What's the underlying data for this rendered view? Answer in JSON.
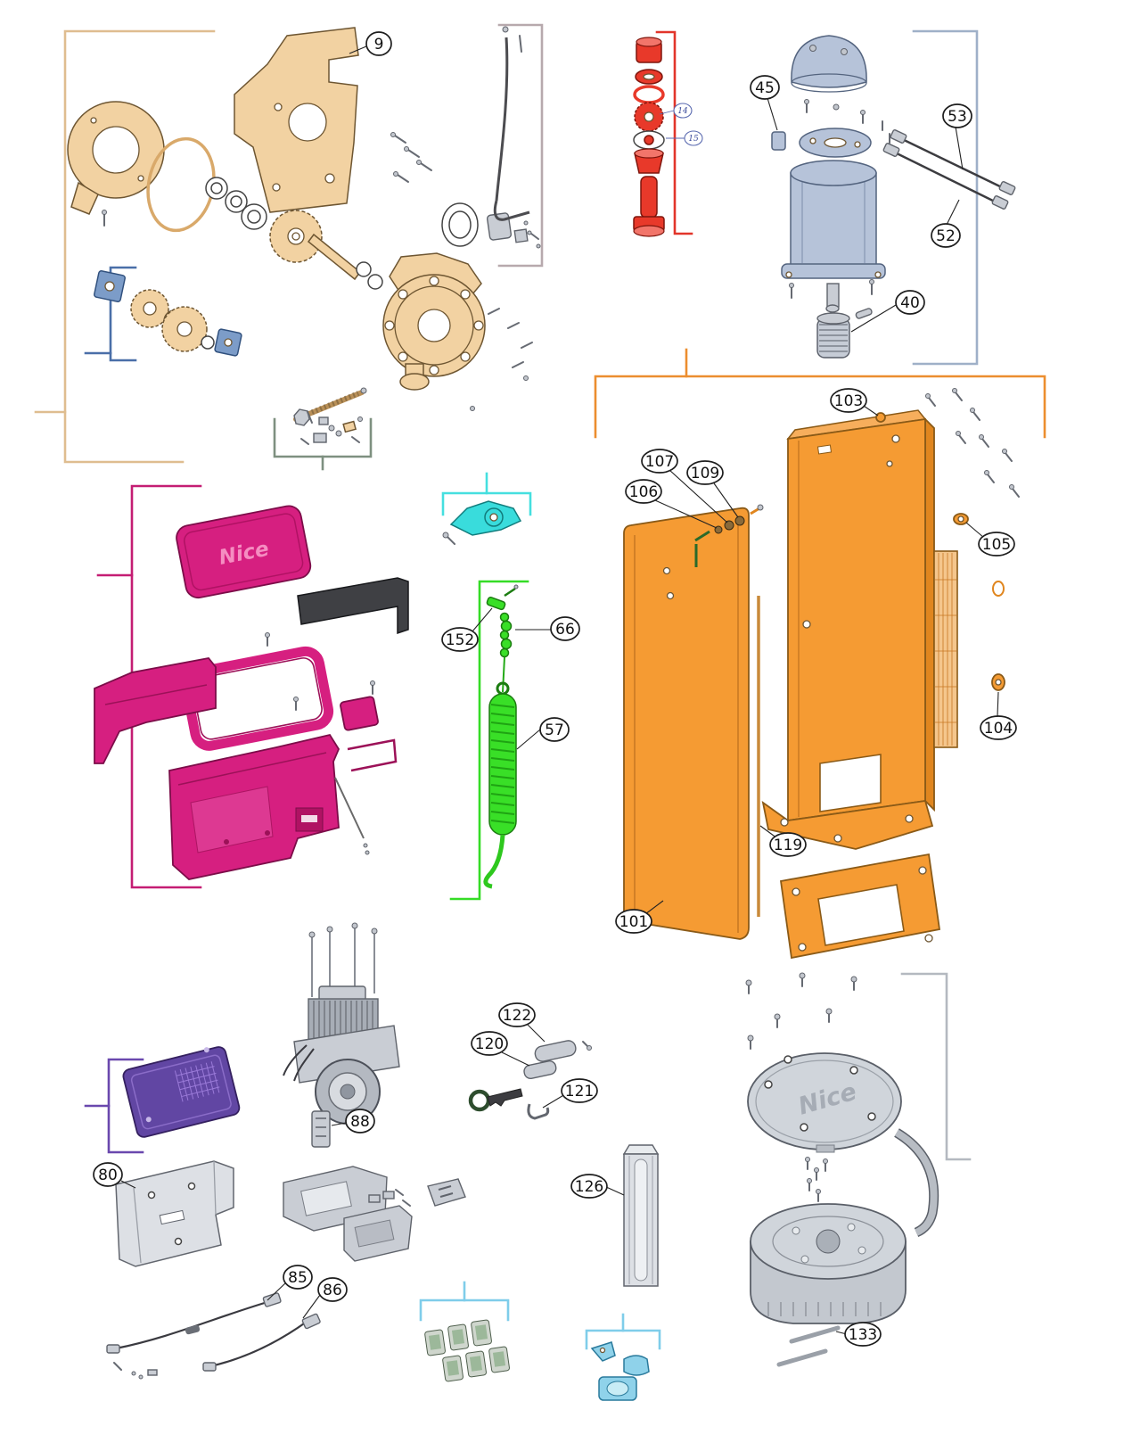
{
  "brand": "Nice",
  "callouts": {
    "9": "9",
    "14": "14",
    "15": "15",
    "40": "40",
    "45": "45",
    "52": "52",
    "53": "53",
    "57": "57",
    "66": "66",
    "80": "80",
    "85": "85",
    "86": "86",
    "88": "88",
    "101": "101",
    "103": "103",
    "104": "104",
    "105": "105",
    "106": "106",
    "107": "107",
    "109": "109",
    "119": "119",
    "120": "120",
    "121": "121",
    "122": "122",
    "126": "126",
    "133": "133",
    "152": "152"
  },
  "colors": {
    "tan": "#f2d2a2",
    "red": "#e8392a",
    "orange": "#f59b33",
    "magenta": "#d61f80",
    "green": "#39df27",
    "cyan": "#39dcdc",
    "purple": "#6146a3",
    "steel_blue": "#b6c3d9",
    "gray": "#c9cdd4",
    "light_blue": "#8fd2ea"
  }
}
